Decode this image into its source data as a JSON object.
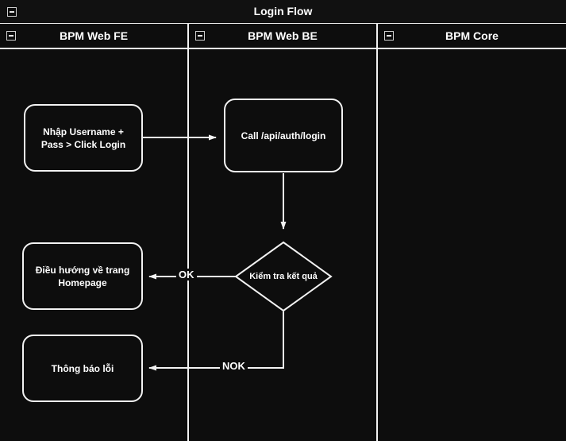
{
  "window": {
    "title": "Login Flow",
    "collapse_icon": "collapse-minus-icon"
  },
  "lanes": [
    {
      "id": "fe",
      "title": "BPM Web FE",
      "collapse_icon": "collapse-minus-icon"
    },
    {
      "id": "be",
      "title": "BPM Web BE",
      "collapse_icon": "collapse-minus-icon"
    },
    {
      "id": "core",
      "title": "BPM Core",
      "collapse_icon": "collapse-minus-icon"
    }
  ],
  "nodes": [
    {
      "id": "n1",
      "lane": "fe",
      "shape": "process",
      "label": "Nhập Username +\nPass > Click Login"
    },
    {
      "id": "n2",
      "lane": "be",
      "shape": "process",
      "label": "Call /api/auth/login"
    },
    {
      "id": "n3",
      "lane": "be",
      "shape": "decision",
      "label": "Kiểm tra kết quả"
    },
    {
      "id": "n4",
      "lane": "fe",
      "shape": "process",
      "label": "Điều hướng về trang\nHomepage"
    },
    {
      "id": "n5",
      "lane": "fe",
      "shape": "process",
      "label": "Thông báo lỗi"
    }
  ],
  "edges": [
    {
      "id": "e1",
      "from": "n1",
      "to": "n2",
      "label": ""
    },
    {
      "id": "e2",
      "from": "n2",
      "to": "n3",
      "label": ""
    },
    {
      "id": "e3",
      "from": "n3",
      "to": "n4",
      "label": "OK"
    },
    {
      "id": "e4",
      "from": "n3",
      "to": "n5",
      "label": "NOK"
    }
  ],
  "colors": {
    "background": "#0d0d0d",
    "stroke": "#f2f2f2",
    "text": "#ffffff",
    "page": "#ffffff"
  }
}
